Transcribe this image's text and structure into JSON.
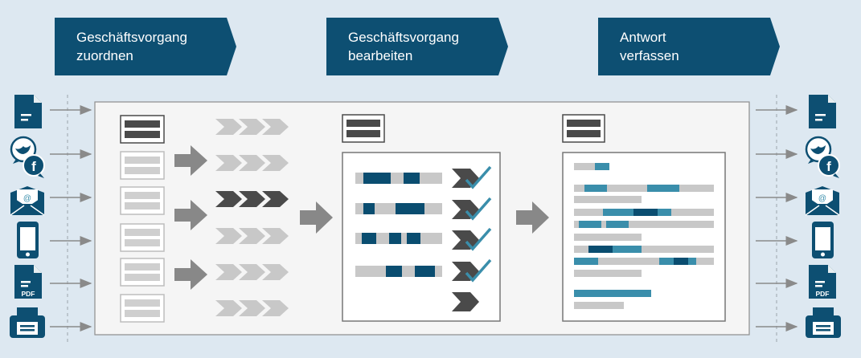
{
  "steps": [
    {
      "label": "Geschäftsvorgang\nzuordnen"
    },
    {
      "label": "Geschäftsvorgang\nbearbeiten"
    },
    {
      "label": "Antwort\nverfassen"
    }
  ],
  "channels": [
    "document-icon",
    "social-media-icon",
    "email-icon",
    "mobile-phone-icon",
    "pdf-icon",
    "fax-icon"
  ],
  "icon_labels": {
    "pdf": "PDF"
  },
  "colors": {
    "background": "#dde8f1",
    "header": "#0d4f72",
    "dark_blue": "#0a4d70",
    "teal": "#3a8eab",
    "dark_gray": "#4a4a4a",
    "mid_gray": "#888888",
    "light_gray": "#c9c9c9",
    "panel": "#f5f5f5"
  }
}
